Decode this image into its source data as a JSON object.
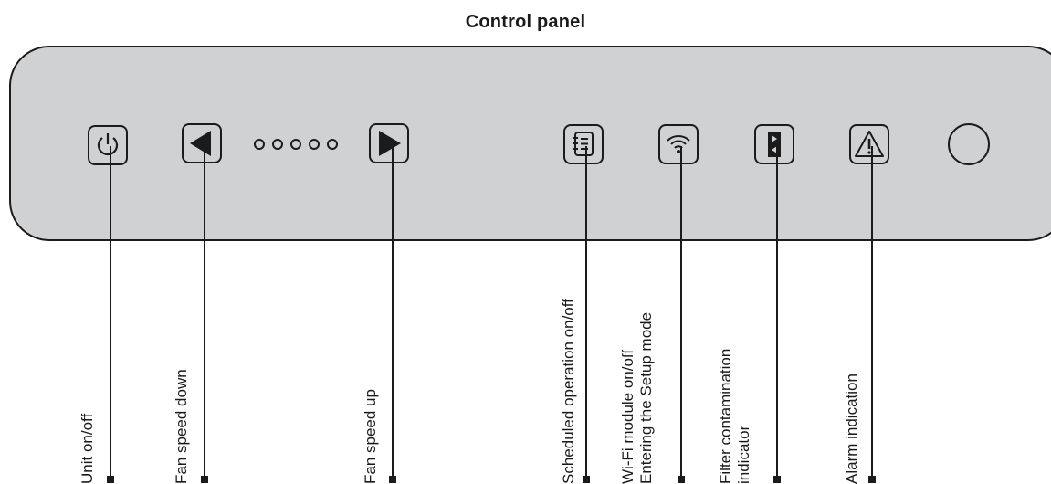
{
  "title": "Control panel",
  "labels": {
    "unit_onoff": "Unit on/off",
    "fan_down": "Fan speed down",
    "fan_up": "Fan speed up",
    "scheduled": "Scheduled operation on/off",
    "wifi_line1": "Wi-Fi module on/off",
    "wifi_line2": "Entering the Setup mode",
    "filter_line1": "Filter contamination",
    "filter_line2": "indicator",
    "alarm": "Alarm indication"
  },
  "colors": {
    "panel": "#d0d1d3",
    "stroke": "#1b1b1b"
  },
  "icons": [
    "power-icon",
    "left-arrow-icon",
    "right-arrow-icon",
    "schedule-icon",
    "wifi-icon",
    "filter-icon",
    "alarm-icon"
  ],
  "fan_speed_leds": 5
}
